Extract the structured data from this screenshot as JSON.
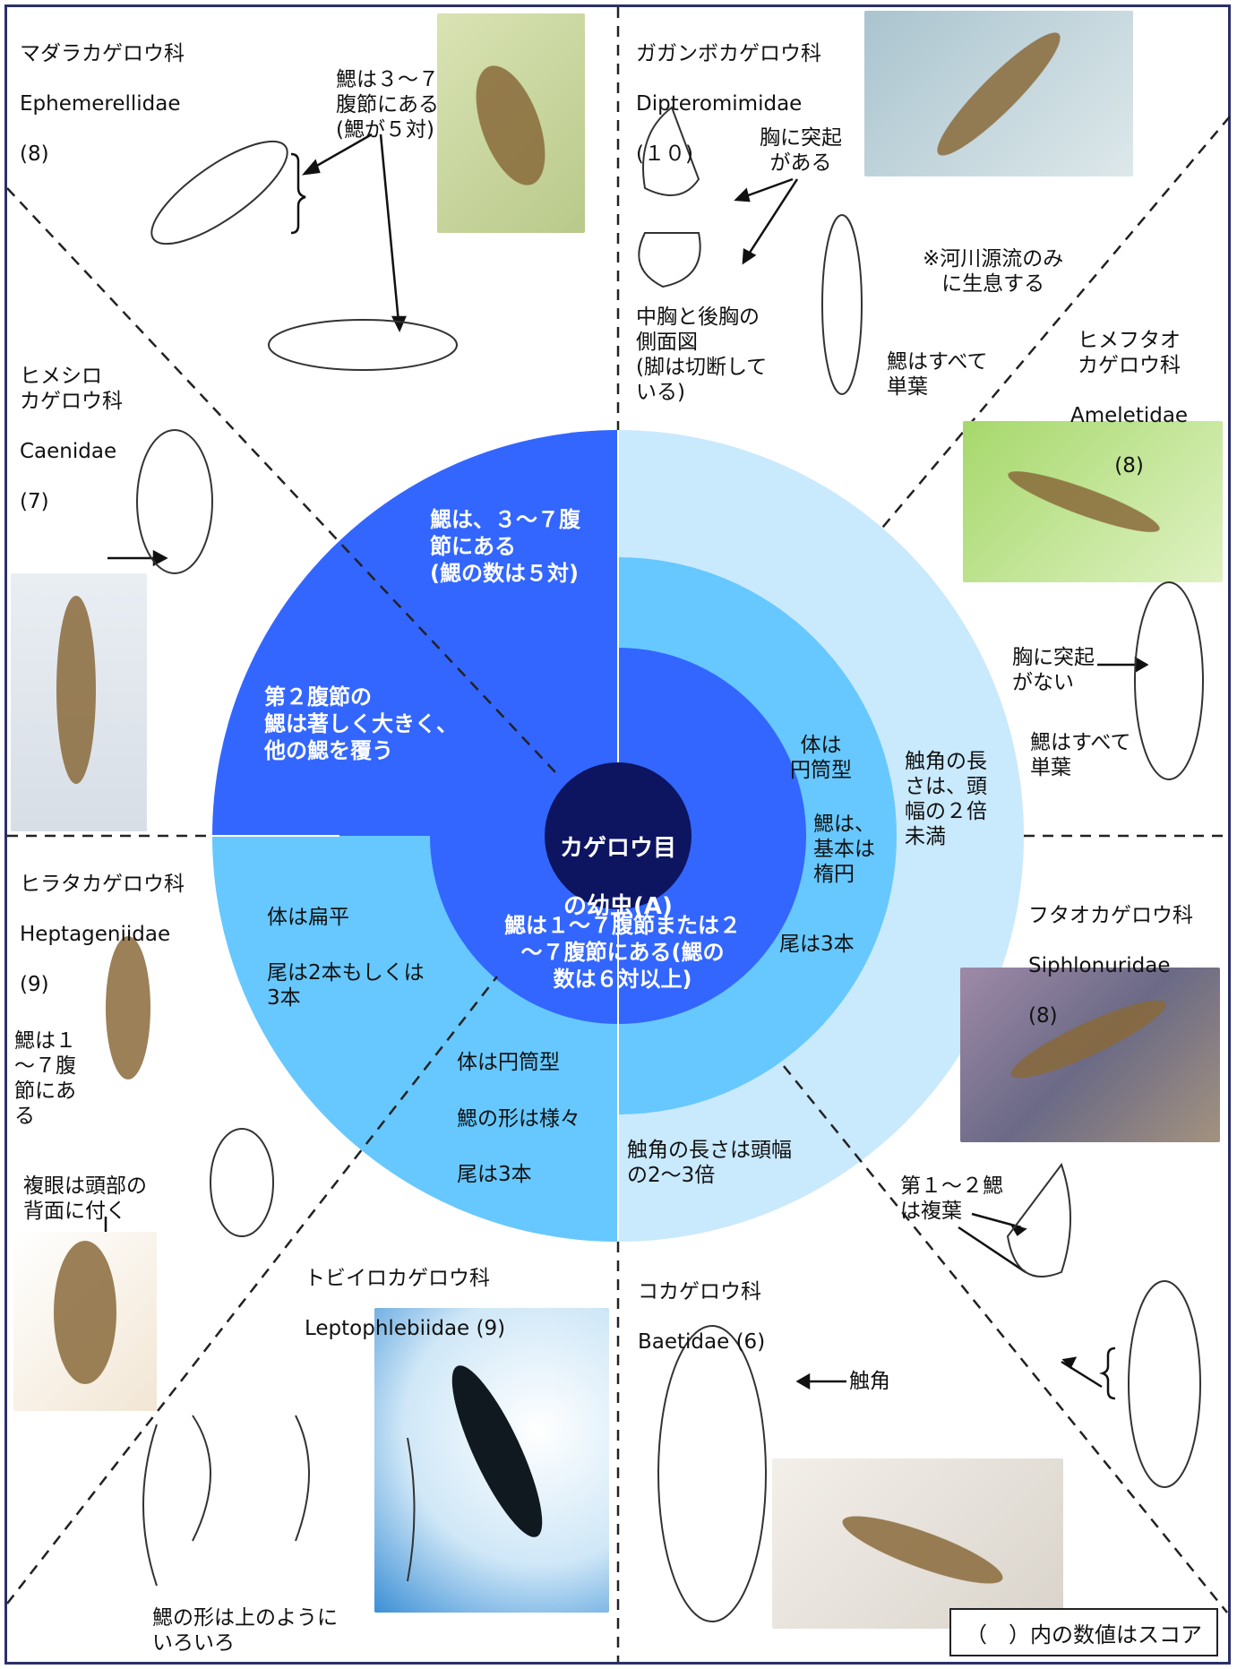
{
  "center": {
    "line1": "カゲロウ目",
    "line2": "の幼虫(A)"
  },
  "inner_lower": "鰓は１～７腹節または２\n～７腹節にある(鰓の\n数は６対以上)",
  "dark_upper_right": "鰓は、３～７腹\n節にある\n(鰓の数は５対)",
  "dark_upper_left": "第２腹節の\n鰓は著しく大きく、\n他の鰓を覆う",
  "mid_right": {
    "body": "体は\n円筒型",
    "gills": "鰓は、\n基本は\n楕円",
    "tails": "尾は3本"
  },
  "outer_right": "触角の長\nさは、頭\n幅の２倍\n未満",
  "outer_bottom": "触角の長さは頭幅\nの2～3倍",
  "mid_left": {
    "body": "体は扁平",
    "tails": "尾は2本もしくは\n3本"
  },
  "mid_bottom": {
    "body": "体は円筒型",
    "gills": "鰓の形は様々",
    "tails": "尾は3本"
  },
  "families": {
    "ephemerellidae": {
      "jp": "マダラカゲロウ科",
      "latin": "Ephemerellidae",
      "score": "(8)"
    },
    "dipteromimidae": {
      "jp": "ガガンボカゲロウ科",
      "latin": "Dipteromimidae",
      "score": "(１０)"
    },
    "caenidae": {
      "jp": "ヒメシロ\nカゲロウ科",
      "latin": "Caenidae",
      "score": "(7)"
    },
    "ameletidae": {
      "jp": "ヒメフタオ\nカゲロウ科",
      "latin": "Ameletidae",
      "score": "(8)"
    },
    "heptageniidae": {
      "jp": "ヒラタカゲロウ科",
      "latin": "Heptageniidae",
      "score": "(9)"
    },
    "siphlonuridae": {
      "jp": "フタオカゲロウ科",
      "latin": "Siphlonuridae",
      "score": "(8)"
    },
    "leptophlebiidae": {
      "jp": "トビイロカゲロウ科",
      "latin": "Leptophlebiidae (9)"
    },
    "baetidae": {
      "jp": "コカゲロウ科",
      "latin": "Baetidae (6)"
    }
  },
  "notes": {
    "ephem_gills": "鰓は３～７\n腹節にある\n(鰓が５対)",
    "thorax_projection": "胸に突起\nがある",
    "headwater_only": "※河川源流のみ\nに生息する",
    "thorax_side_view": "中胸と後胸の\n側面図\n(脚は切断して\nいる)",
    "dipt_gills_single": "鰓はすべて\n単葉",
    "no_thorax_projection": "胸に突起\nがない",
    "amel_gills_single": "鰓はすべて\n単葉",
    "hept_gills": "鰓は１\n～７腹\n節にあ\nる",
    "compound_eye": "複眼は頭部の\n背面に付く",
    "siph_gills_double": "第１～２鰓\nは複葉",
    "antenna": "触角",
    "lepto_gill_shapes": "鰓の形は上のように\nいろいろ"
  },
  "legend": "（　）内の数値はスコア",
  "colors": {
    "dark_blue": "#3366ff",
    "mid_blue": "#66c8ff",
    "light_blue": "#c9e9fd",
    "navy": "#0d1560"
  }
}
